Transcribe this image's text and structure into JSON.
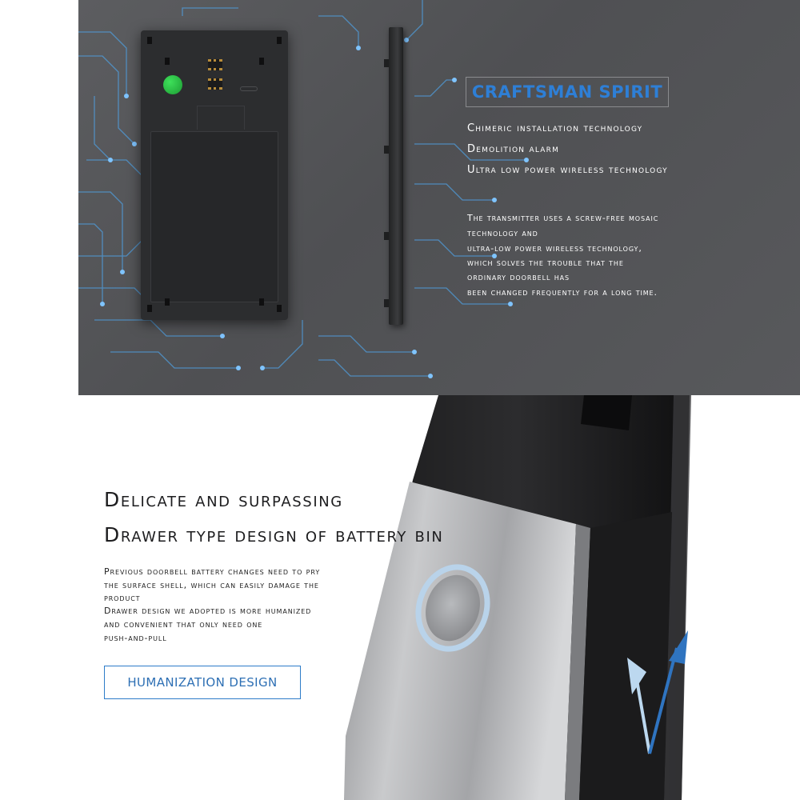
{
  "top": {
    "heading": "CRAFTSMAN SPIRIT",
    "features": [
      "Chimeric installation technology",
      "Demolition alarm",
      "Ultra low power wireless technology"
    ],
    "paragraph": [
      "The transmitter uses a screw-free mosaic",
      "technology and",
      "ultra-low power wireless technology,",
      "which solves the trouble that the",
      "ordinary doorbell has",
      "been changed frequently for a long time."
    ]
  },
  "bottom": {
    "headline_1": "Delicate and surpassing",
    "headline_2": "Drawer type design of battery bin",
    "paragraph": [
      "Previous doorbell battery changes need to pry",
      "the surface shell, which can easily damage the",
      "product",
      "Drawer design we adopted is more humanized",
      "and convenient that only need one",
      "push-and-pull"
    ],
    "badge_label": "HUMANIZATION DESIGN"
  },
  "colors": {
    "accent_blue": "#2e7fd6",
    "panel_dark": "#55565a",
    "circuit_blue": "#5aa9e8"
  }
}
